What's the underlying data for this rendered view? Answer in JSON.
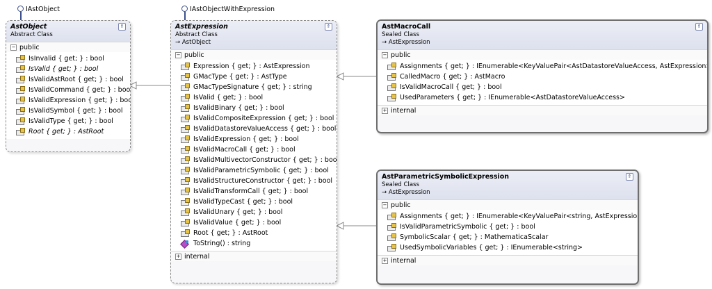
{
  "interfaces": {
    "ast_object": "IAstObject",
    "ast_object_with_expression": "IAstObjectWithExpression"
  },
  "classes": {
    "ast_object": {
      "name": "AstObject",
      "kind": "Abstract Class",
      "collapse_glyph": "⇑",
      "public_label": "public",
      "public_toggle": "−",
      "members": [
        {
          "text": "IsInvalid { get; } : bool",
          "icon": "property-icon",
          "italic": false
        },
        {
          "text": "IsValid { get; } : bool",
          "icon": "property-icon",
          "italic": true
        },
        {
          "text": "IsValidAstRoot { get; } : bool",
          "icon": "property-icon",
          "italic": false
        },
        {
          "text": "IsValidCommand { get; } : bool",
          "icon": "property-icon",
          "italic": false
        },
        {
          "text": "IsValidExpression { get; } : bool",
          "icon": "property-icon",
          "italic": false
        },
        {
          "text": "IsValidSymbol { get; } : bool",
          "icon": "property-icon",
          "italic": false
        },
        {
          "text": "IsValidType { get; } : bool",
          "icon": "property-icon",
          "italic": false
        },
        {
          "text": "Root { get; } : AstRoot",
          "icon": "property-icon",
          "italic": true
        }
      ]
    },
    "ast_expression": {
      "name": "AstExpression",
      "kind": "Abstract Class",
      "base": "→ AstObject",
      "collapse_glyph": "⇑",
      "public_label": "public",
      "public_toggle": "−",
      "internal_label": "internal",
      "internal_toggle": "+",
      "members": [
        {
          "text": "Expression { get; } : AstExpression",
          "icon": "property-icon"
        },
        {
          "text": "GMacType { get; } : AstType",
          "icon": "property-icon"
        },
        {
          "text": "GMacTypeSignature { get; } : string",
          "icon": "property-icon"
        },
        {
          "text": "IsValid { get; } : bool",
          "icon": "property-icon"
        },
        {
          "text": "IsValidBinary { get; } : bool",
          "icon": "property-icon"
        },
        {
          "text": "IsValidCompositeExpression { get; } : bool",
          "icon": "property-icon"
        },
        {
          "text": "IsValidDatastoreValueAccess { get; } : bool",
          "icon": "property-icon"
        },
        {
          "text": "IsValidExpression { get; } : bool",
          "icon": "property-icon"
        },
        {
          "text": "IsValidMacroCall { get; } : bool",
          "icon": "property-icon"
        },
        {
          "text": "IsValidMultivectorConstructor { get; } : bool",
          "icon": "property-icon"
        },
        {
          "text": "IsValidParametricSymbolic { get; } : bool",
          "icon": "property-icon"
        },
        {
          "text": "IsValidStructureConstructor { get; } : bool",
          "icon": "property-icon"
        },
        {
          "text": "IsValidTransformCall { get; } : bool",
          "icon": "property-icon"
        },
        {
          "text": "IsValidTypeCast { get; } : bool",
          "icon": "property-icon"
        },
        {
          "text": "IsValidUnary { get; } : bool",
          "icon": "property-icon"
        },
        {
          "text": "IsValidValue { get; } : bool",
          "icon": "property-icon"
        },
        {
          "text": "Root { get; } : AstRoot",
          "icon": "property-icon"
        },
        {
          "text": "ToString() : string",
          "icon": "method-icon"
        }
      ]
    },
    "ast_macro_call": {
      "name": "AstMacroCall",
      "kind": "Sealed Class",
      "base": "→ AstExpression",
      "collapse_glyph": "⇑",
      "public_label": "public",
      "public_toggle": "−",
      "internal_label": "internal",
      "internal_toggle": "+",
      "members": [
        {
          "text": "Assignments { get; } : IEnumerable<KeyValuePair<AstDatastoreValueAccess, AstExpression>>",
          "icon": "property-icon"
        },
        {
          "text": "CalledMacro { get; } : AstMacro",
          "icon": "property-icon"
        },
        {
          "text": "IsValidMacroCall { get; } : bool",
          "icon": "property-icon"
        },
        {
          "text": "UsedParameters { get; } : IEnumerable<AstDatastoreValueAccess>",
          "icon": "property-icon"
        }
      ]
    },
    "ast_parametric_symbolic_expression": {
      "name": "AstParametricSymbolicExpression",
      "kind": "Sealed Class",
      "base": "→ AstExpression",
      "collapse_glyph": "⇑",
      "public_label": "public",
      "public_toggle": "−",
      "internal_label": "internal",
      "internal_toggle": "+",
      "members": [
        {
          "text": "Assignments { get; } : IEnumerable<KeyValuePair<string, AstExpression>>",
          "icon": "property-icon"
        },
        {
          "text": "IsValidParametricSymbolic { get; } : bool",
          "icon": "property-icon"
        },
        {
          "text": "SymbolicScalar { get; } : MathematicaScalar",
          "icon": "property-icon"
        },
        {
          "text": "UsedSymbolicVariables { get; } : IEnumerable<string>",
          "icon": "property-icon"
        }
      ]
    }
  }
}
